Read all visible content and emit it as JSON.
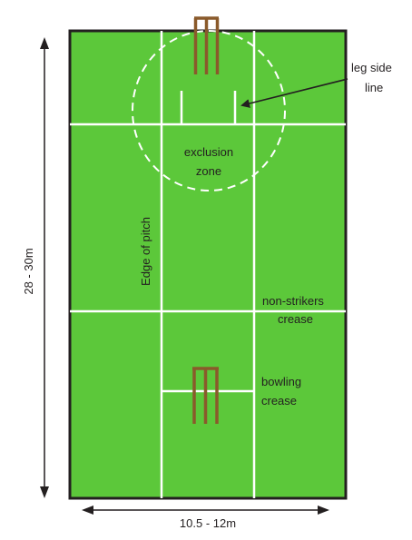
{
  "labels": {
    "height_dimension": "28 - 30m",
    "width_dimension": "10.5 - 12m",
    "leg_side_line_1": "leg side",
    "leg_side_line_2": "line",
    "exclusion_zone_1": "exclusion",
    "exclusion_zone_2": "zone",
    "edge_of_pitch": "Edge of pitch",
    "non_strikers_crease_1": "non-strikers",
    "non_strikers_crease_2": "crease",
    "bowling_crease_1": "bowling",
    "bowling_crease_2": "crease"
  },
  "colors": {
    "field": "#5cc83a",
    "field_border": "#231f20",
    "lines": "#ffffff",
    "stumps": "#8a5a2b",
    "text": "#231f20"
  }
}
